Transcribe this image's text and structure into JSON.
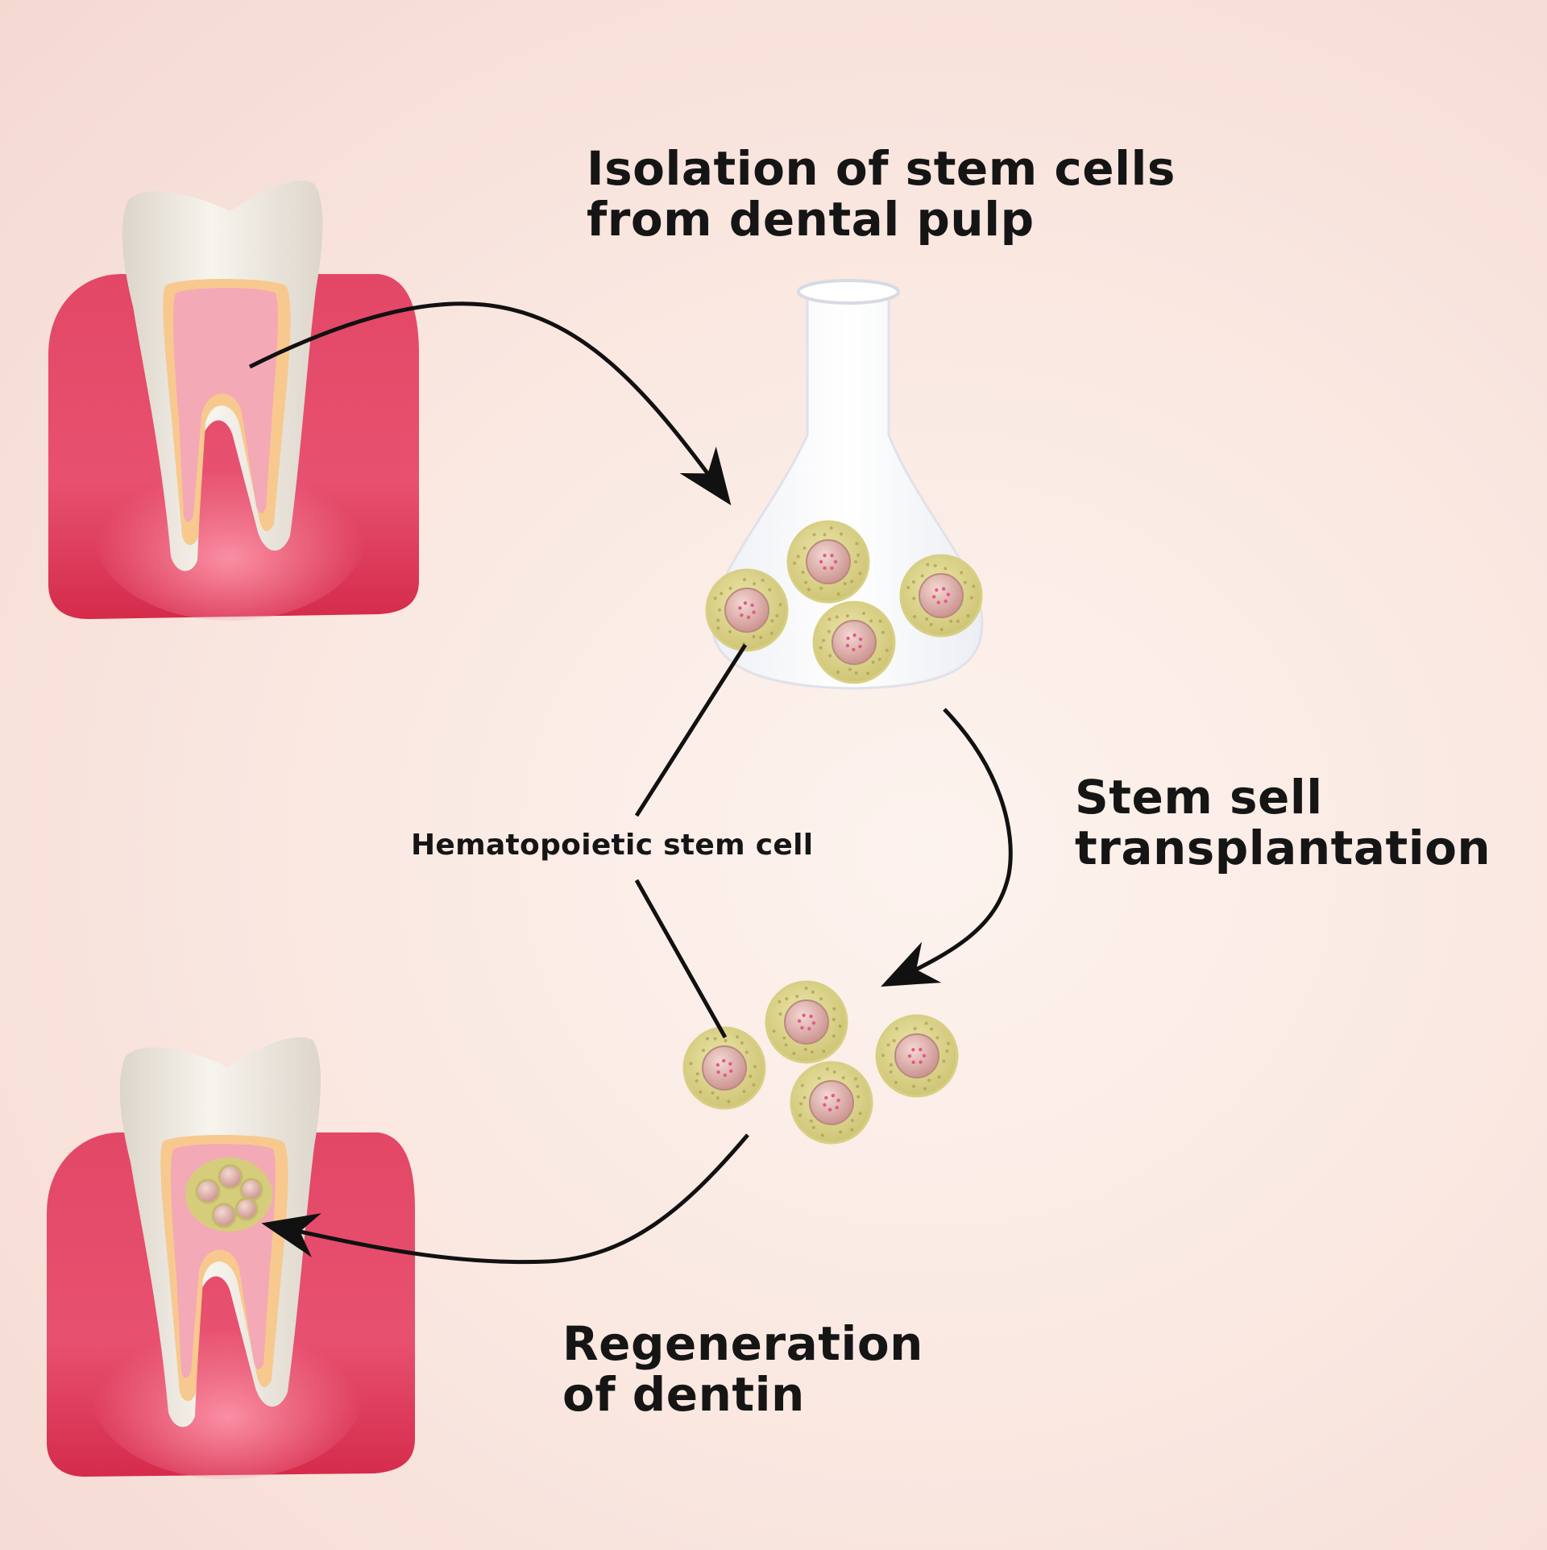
{
  "labels": {
    "isolation": {
      "line1": "Isolation  of stem cells",
      "line2": "from dental pulp"
    },
    "transplantation": {
      "line1": "Stem sell",
      "line2": "transplantation"
    },
    "regeneration": {
      "line1": "Regeneration",
      "line2": "of  dentin"
    },
    "hematopoietic": "Hematopoietic stem cell"
  },
  "colors": {
    "gum": "#e0385a",
    "gum_dark": "#c9233f",
    "enamel": "#f1ece4",
    "dentin": "#f7c98e",
    "pulp": "#f3a7b4",
    "cell_outer": "#d9d08a",
    "cell_nucleus": "#d9a3a3",
    "arrow": "#111111"
  }
}
